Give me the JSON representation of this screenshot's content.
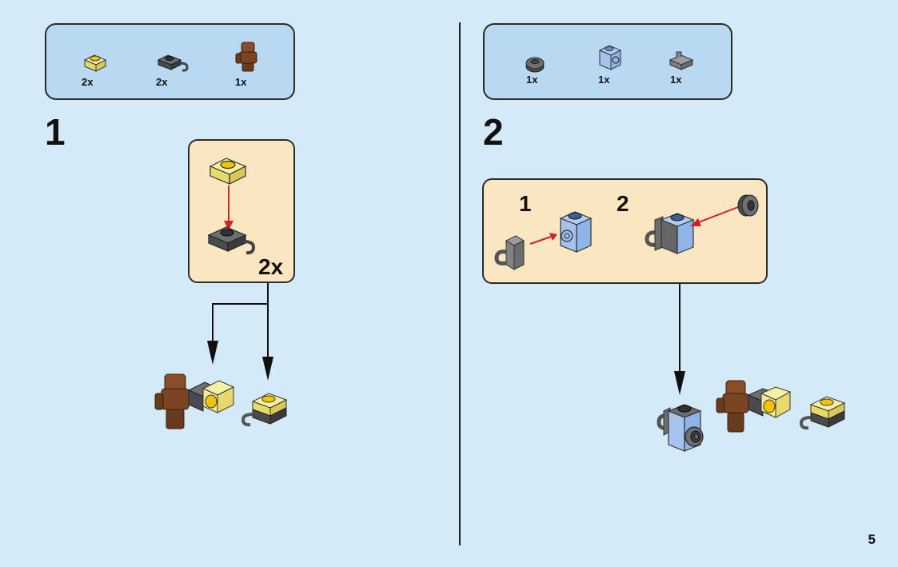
{
  "page": {
    "number": "5"
  },
  "step1": {
    "number": "1",
    "parts": [
      {
        "qty": "2x",
        "piece": "yellow-transparent-plate-1x1-icon"
      },
      {
        "qty": "2x",
        "piece": "dark-grey-plate-clip-icon"
      },
      {
        "qty": "1x",
        "piece": "brown-figure-icon"
      }
    ],
    "subassembly_multiplier": "2x"
  },
  "step2": {
    "number": "2",
    "parts": [
      {
        "qty": "1x",
        "piece": "dark-grey-round-plate-icon"
      },
      {
        "qty": "1x",
        "piece": "blue-brick-side-stud-icon"
      },
      {
        "qty": "1x",
        "piece": "grey-clip-plate-icon"
      }
    ],
    "substeps": [
      "1",
      "2"
    ]
  },
  "colors": {
    "background": "#d5eaf9",
    "parts_box": "#b9d9f2",
    "subassembly_box": "#fbe6c2",
    "arrow_red": "#d32027",
    "brick_yellow": "#f4ec93",
    "brick_grey": "#5d5f61",
    "brick_blue": "#8fb4e8",
    "figure_brown": "#7b4524"
  }
}
